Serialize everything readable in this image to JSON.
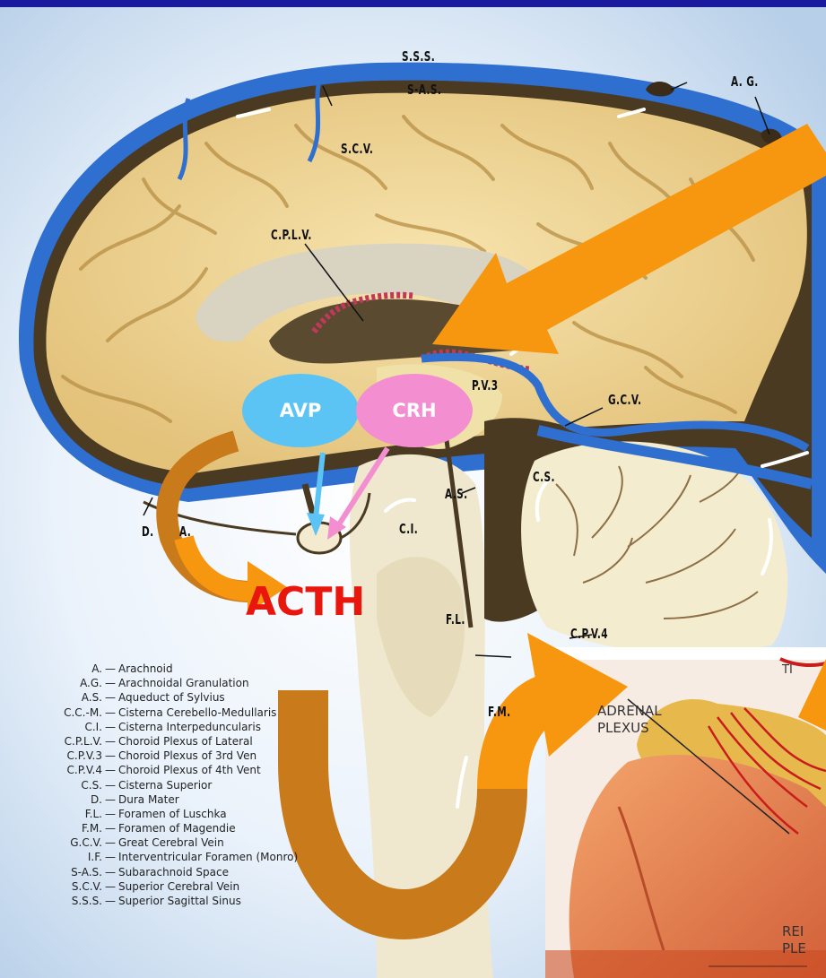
{
  "diagram": {
    "labels": {
      "sss": "S.S.S.",
      "sas": "S-A.S.",
      "ag": "A. G.",
      "scv": "S.C.V.",
      "cplv": "C.P.L.V.",
      "cpv3": "P.V.3",
      "gcv": "G.C.V.",
      "cs": "C.S.",
      "as": "A.S.",
      "ci": "C.I.",
      "d": "D.",
      "a": "A.",
      "fl": "F.L.",
      "cpv4": "C.P.V.4",
      "fm": "F.M."
    },
    "hormones": {
      "avp": "AVP",
      "crh": "CRH",
      "acth": "ACTH"
    },
    "inset": {
      "adrenal_plexus": [
        "ADRENAL",
        "PLEXUS"
      ],
      "renal_plexus": [
        "REI",
        "PLE"
      ],
      "top_fragment": "TI"
    },
    "colors": {
      "background": "#1a1a9e",
      "sinus_blue": "#2f6fd0",
      "brain_yellow": "#f0d89a",
      "arrow_orange": "#f7960f",
      "arrow_brown": "#c97a1a",
      "avp_bubble": "#5cc3f5",
      "crh_bubble": "#f38ed0",
      "acth_text": "#e8160c"
    },
    "legend": [
      {
        "abbr": "A.",
        "text": "Arachnoid"
      },
      {
        "abbr": "A.G.",
        "text": "Arachnoidal Granulation"
      },
      {
        "abbr": "A.S.",
        "text": "Aqueduct of Sylvius"
      },
      {
        "abbr": "C.C.-M.",
        "text": "Cisterna Cerebello-Medullaris"
      },
      {
        "abbr": "C.I.",
        "text": "Cisterna Interpeduncularis"
      },
      {
        "abbr": "C.P.L.V.",
        "text": "Choroid Plexus of Lateral"
      },
      {
        "abbr": "C.P.V.3",
        "text": "Choroid Plexus of 3rd Ven"
      },
      {
        "abbr": "C.P.V.4",
        "text": "Choroid Plexus of 4th Vent"
      },
      {
        "abbr": "C.S.",
        "text": "Cisterna Superior"
      },
      {
        "abbr": "D.",
        "text": "Dura Mater"
      },
      {
        "abbr": "F.L.",
        "text": "Foramen of Luschka"
      },
      {
        "abbr": "F.M.",
        "text": "Foramen of Magendie"
      },
      {
        "abbr": "G.C.V.",
        "text": "Great Cerebral Vein"
      },
      {
        "abbr": "I.F.",
        "text": "Interventricular Foramen (Monro)"
      },
      {
        "abbr": "S-A.S.",
        "text": "Subarachnoid Space"
      },
      {
        "abbr": "S.C.V.",
        "text": "Superior Cerebral Vein"
      },
      {
        "abbr": "S.S.S.",
        "text": "Superior Sagittal Sinus"
      }
    ]
  }
}
